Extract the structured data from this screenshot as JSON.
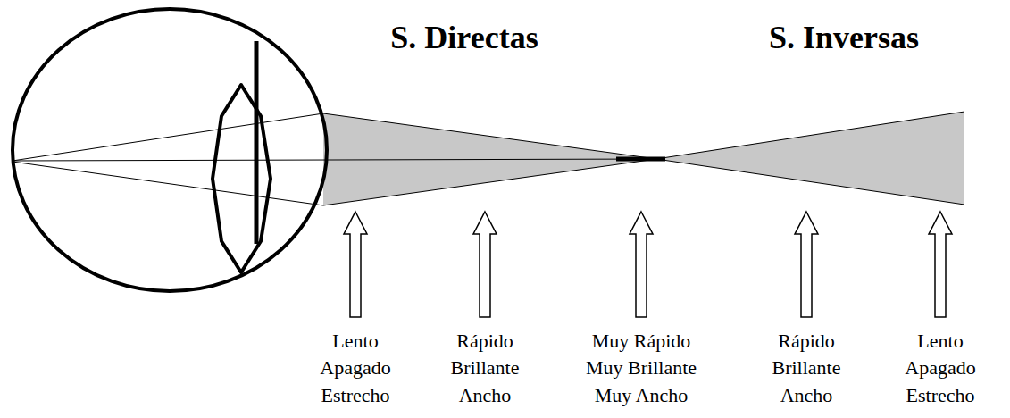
{
  "diagram": {
    "labels": [
      "S. Directas",
      "S. Inversas",
      "Lento",
      "Apagado",
      "Estrecho",
      "Rápido",
      "Brillante",
      "Ancho",
      "Muy Rápido",
      "Muy Brillante",
      "Muy Ancho",
      "Rápido",
      "Brillante",
      "Ancho",
      "Lento",
      "Apagado",
      "Estrecho"
    ]
  }
}
